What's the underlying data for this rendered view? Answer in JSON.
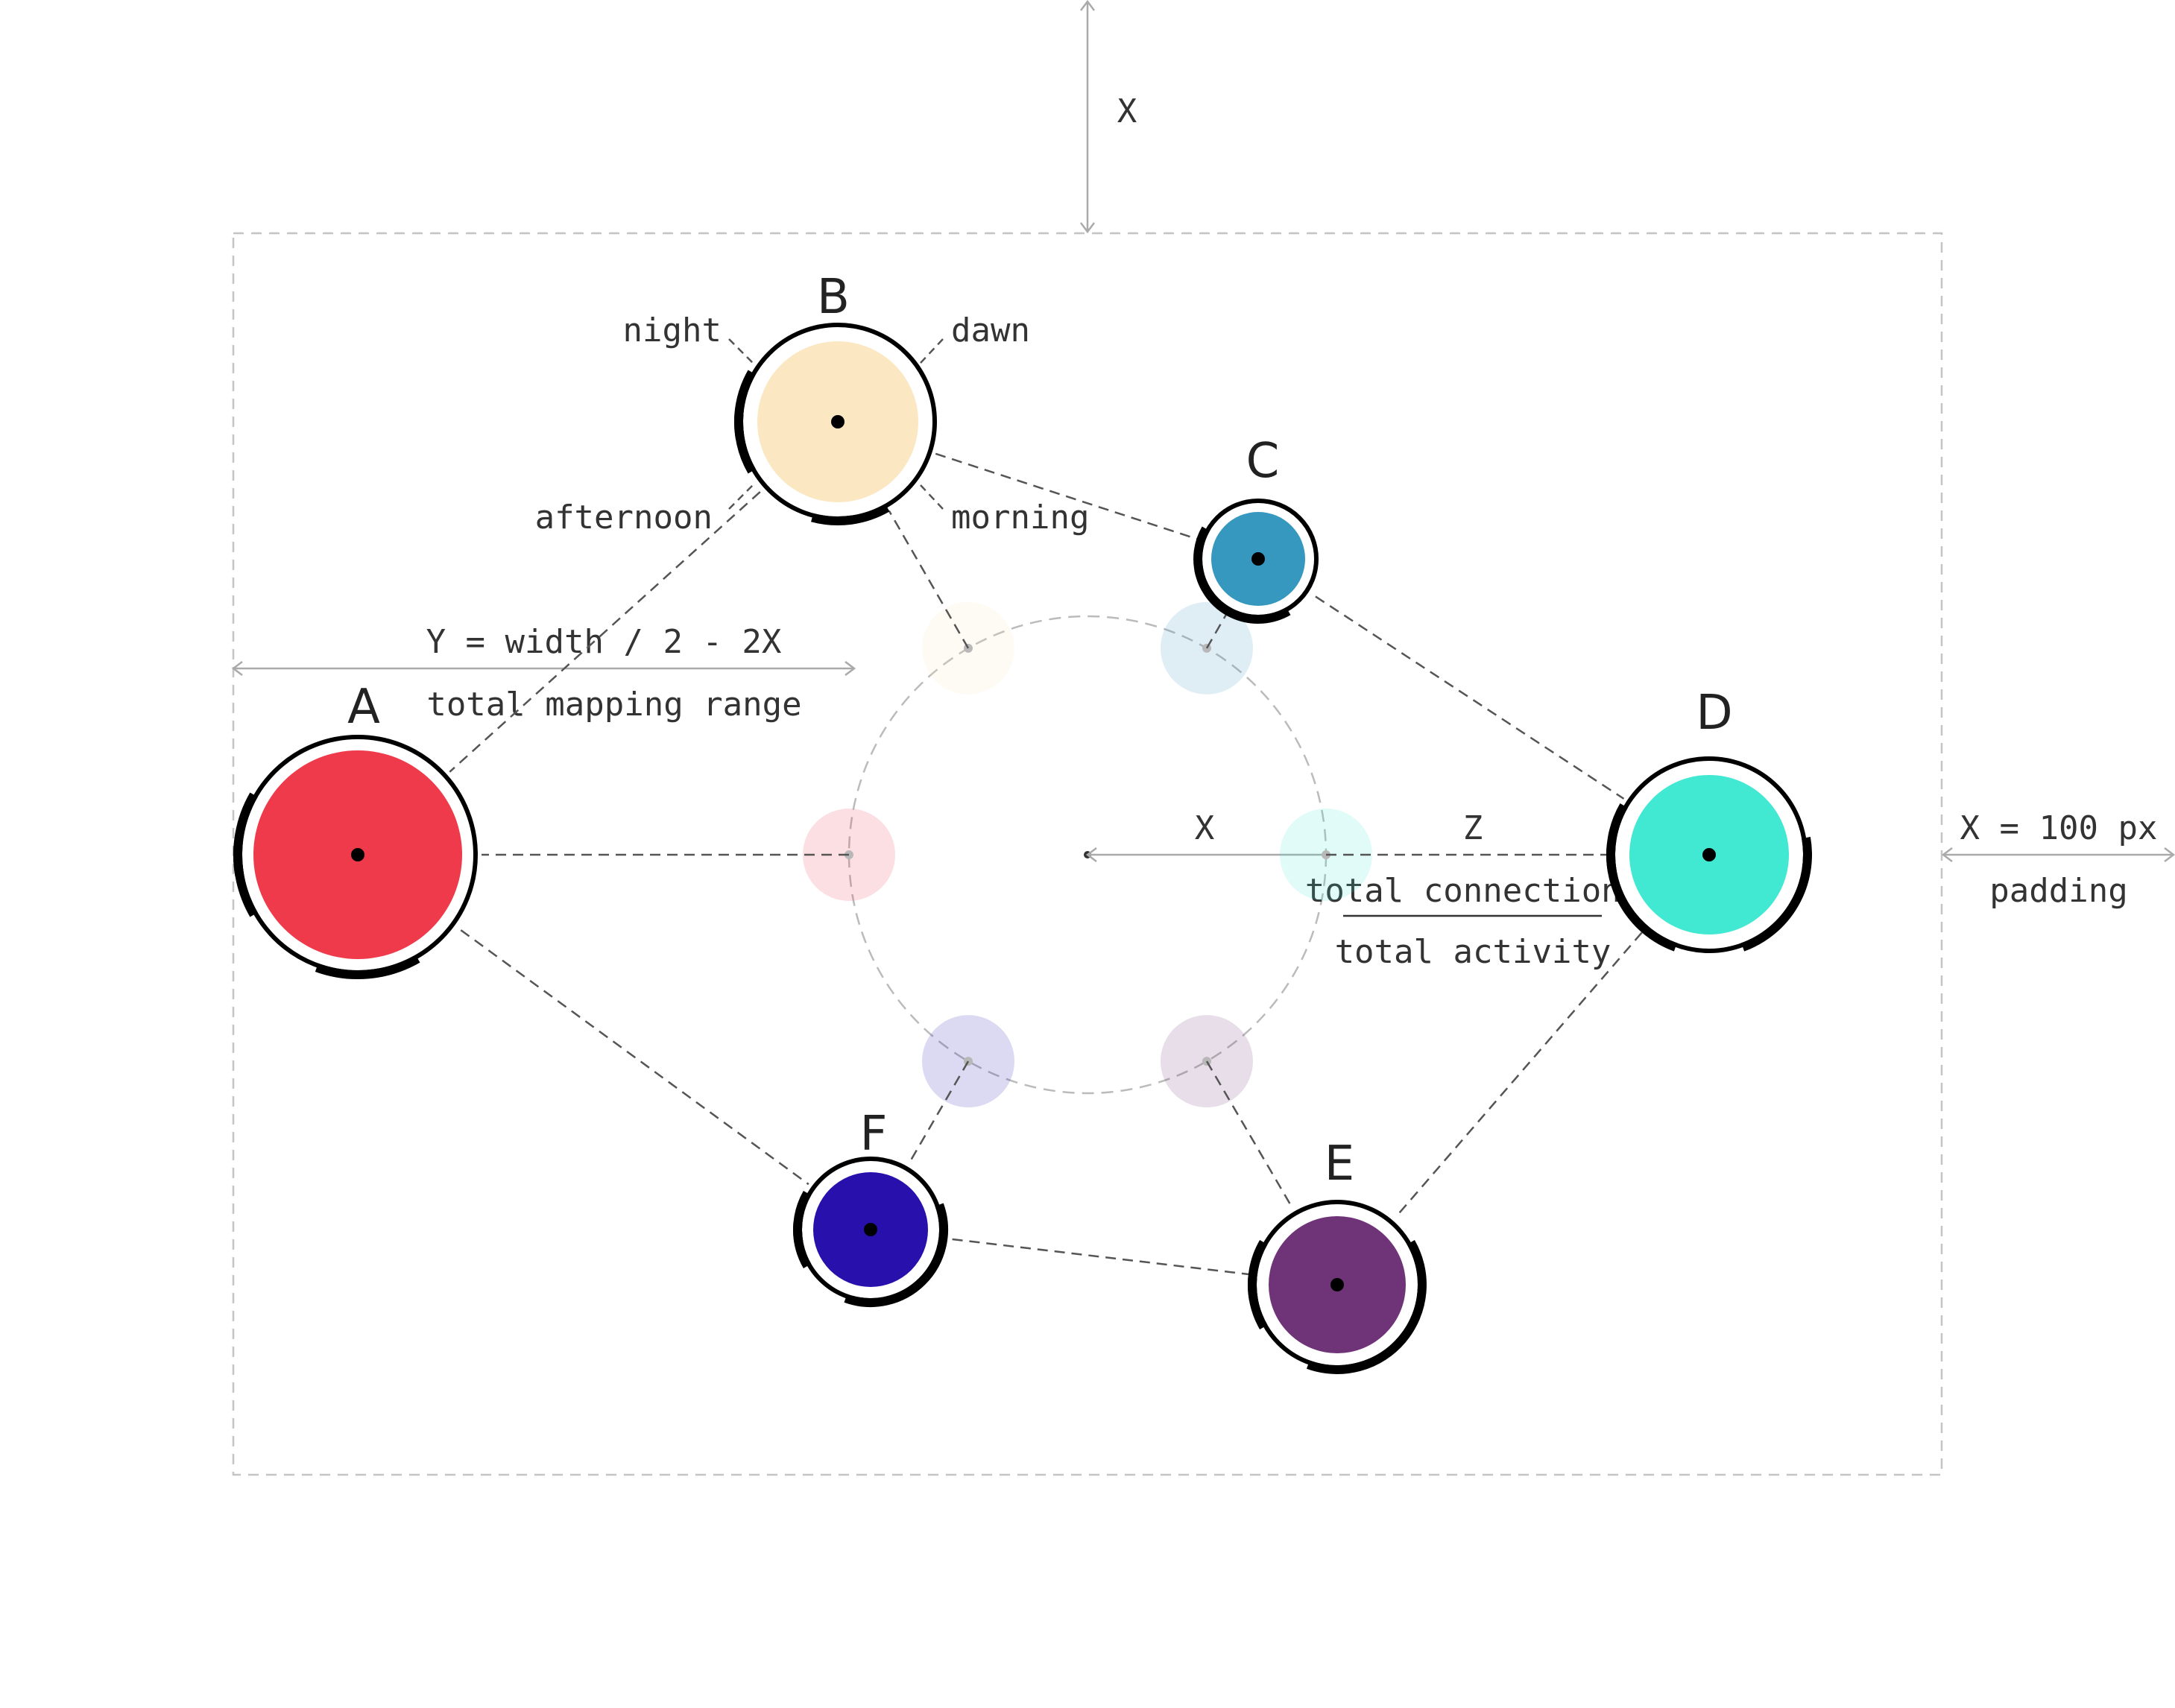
{
  "annotations": {
    "top_margin": "X",
    "width_formula": "Y = width / 2 - 2X",
    "mapping_range": "total mapping range",
    "inner_radius": "X",
    "z_label": "Z",
    "ratio_numerator": "total connections",
    "ratio_denominator": "total activity",
    "padding_value": "X = 100 px",
    "padding_label": "padding"
  },
  "time_labels": {
    "night": "night",
    "dawn": "dawn",
    "afternoon": "afternoon",
    "morning": "morning"
  },
  "nodes": [
    {
      "id": "A",
      "label": "A",
      "color": "#ef3a4b"
    },
    {
      "id": "B",
      "label": "B",
      "color": "#fbe8c3"
    },
    {
      "id": "C",
      "label": "C",
      "color": "#3698bf"
    },
    {
      "id": "D",
      "label": "D",
      "color": "#41e8d2"
    },
    {
      "id": "E",
      "label": "E",
      "color": "#6f3377"
    },
    {
      "id": "F",
      "label": "F",
      "color": "#2810ac"
    }
  ],
  "links": [
    [
      "A",
      "B"
    ],
    [
      "B",
      "C"
    ],
    [
      "C",
      "D"
    ],
    [
      "D",
      "E"
    ],
    [
      "E",
      "F"
    ],
    [
      "F",
      "A"
    ]
  ],
  "colors": {
    "line": "#555555",
    "guide": "#bbbbbb",
    "ring": "#000000"
  }
}
